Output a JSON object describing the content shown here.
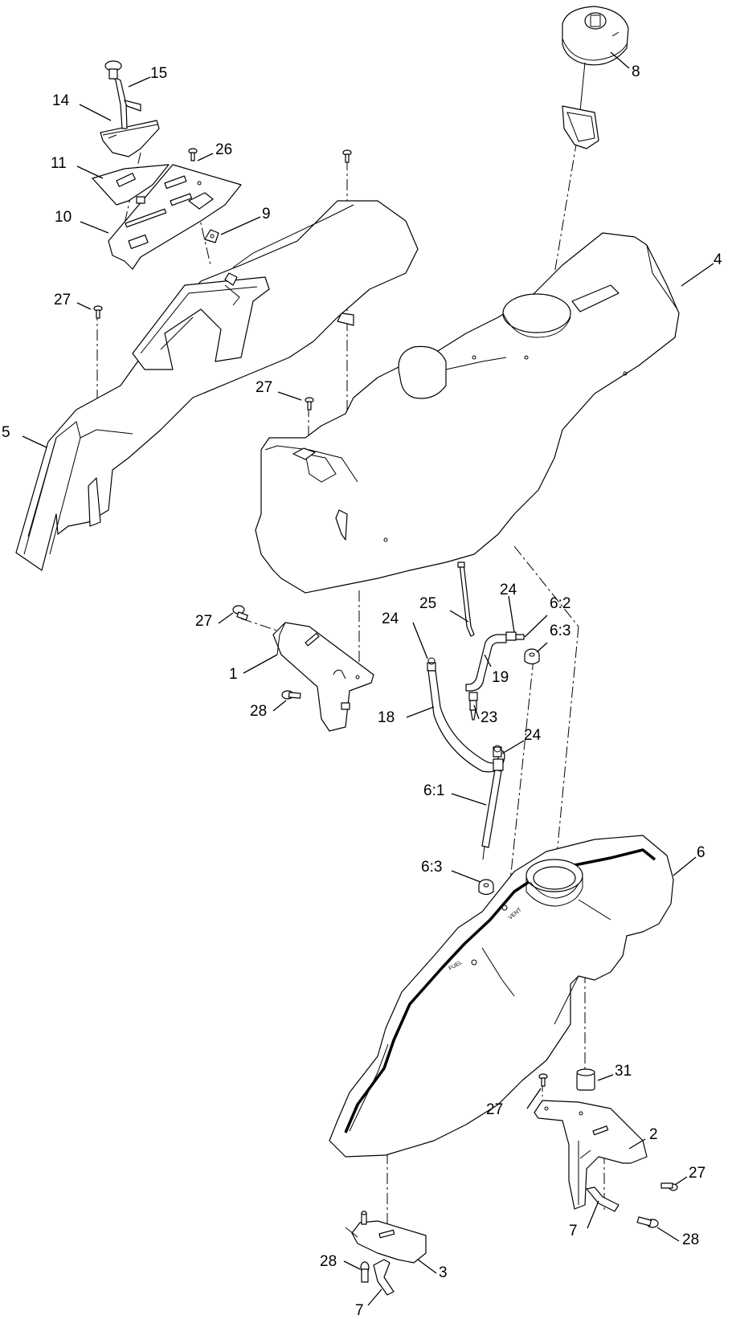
{
  "callouts": [
    {
      "id": "c1",
      "label": "1"
    },
    {
      "id": "c2",
      "label": "2"
    },
    {
      "id": "c3",
      "label": "3"
    },
    {
      "id": "c4",
      "label": "4"
    },
    {
      "id": "c5",
      "label": "5"
    },
    {
      "id": "c6",
      "label": "6"
    },
    {
      "id": "c6-1",
      "label": "6:1"
    },
    {
      "id": "c6-2",
      "label": "6:2"
    },
    {
      "id": "c6-3a",
      "label": "6:3"
    },
    {
      "id": "c6-3b",
      "label": "6:3"
    },
    {
      "id": "c7a",
      "label": "7"
    },
    {
      "id": "c7b",
      "label": "7"
    },
    {
      "id": "c8",
      "label": "8"
    },
    {
      "id": "c9",
      "label": "9"
    },
    {
      "id": "c10",
      "label": "10"
    },
    {
      "id": "c11",
      "label": "11"
    },
    {
      "id": "c14",
      "label": "14"
    },
    {
      "id": "c15",
      "label": "15"
    },
    {
      "id": "c18",
      "label": "18"
    },
    {
      "id": "c19",
      "label": "19"
    },
    {
      "id": "c23",
      "label": "23"
    },
    {
      "id": "c24a",
      "label": "24"
    },
    {
      "id": "c24b",
      "label": "24"
    },
    {
      "id": "c24c",
      "label": "24"
    },
    {
      "id": "c25",
      "label": "25"
    },
    {
      "id": "c26",
      "label": "26"
    },
    {
      "id": "c27a",
      "label": "27"
    },
    {
      "id": "c27b",
      "label": "27"
    },
    {
      "id": "c27c",
      "label": "27"
    },
    {
      "id": "c27d",
      "label": "27"
    },
    {
      "id": "c27e",
      "label": "27"
    },
    {
      "id": "c28a",
      "label": "28"
    },
    {
      "id": "c28b",
      "label": "28"
    },
    {
      "id": "c28c",
      "label": "28"
    },
    {
      "id": "c31",
      "label": "31"
    }
  ],
  "tank_markings": {
    "fuel": "FUEL",
    "vent": "VENT"
  }
}
